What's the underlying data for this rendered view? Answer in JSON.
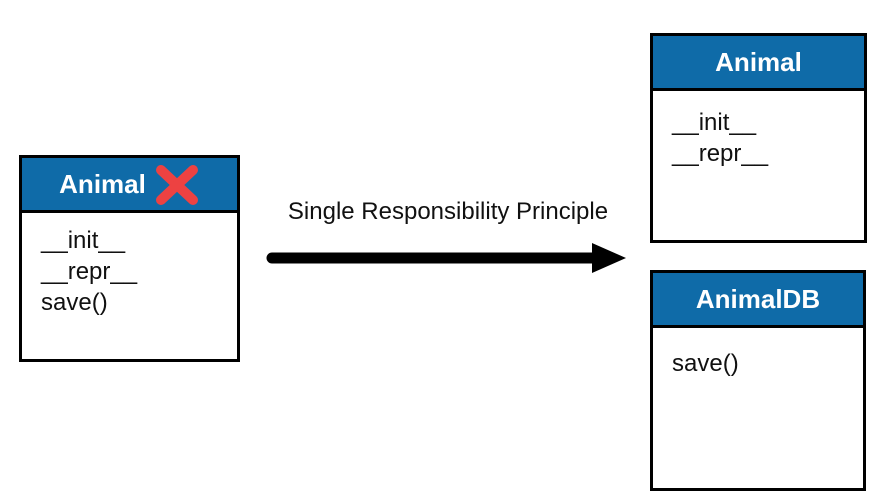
{
  "colors": {
    "header_blue": "#0f6ba8",
    "cross_red": "#ed4242",
    "border_black": "#000000",
    "text_black": "#111111",
    "bg_white": "#ffffff"
  },
  "arrow": {
    "label": "Single Responsibility Principle"
  },
  "boxes": {
    "before": {
      "title": "Animal",
      "violates_principle": true,
      "members": [
        "__init__",
        "__repr__",
        "save()"
      ]
    },
    "after_animal": {
      "title": "Animal",
      "members": [
        "__init__",
        "__repr__"
      ]
    },
    "after_animaldb": {
      "title": "AnimalDB",
      "members": [
        "save()"
      ]
    }
  }
}
